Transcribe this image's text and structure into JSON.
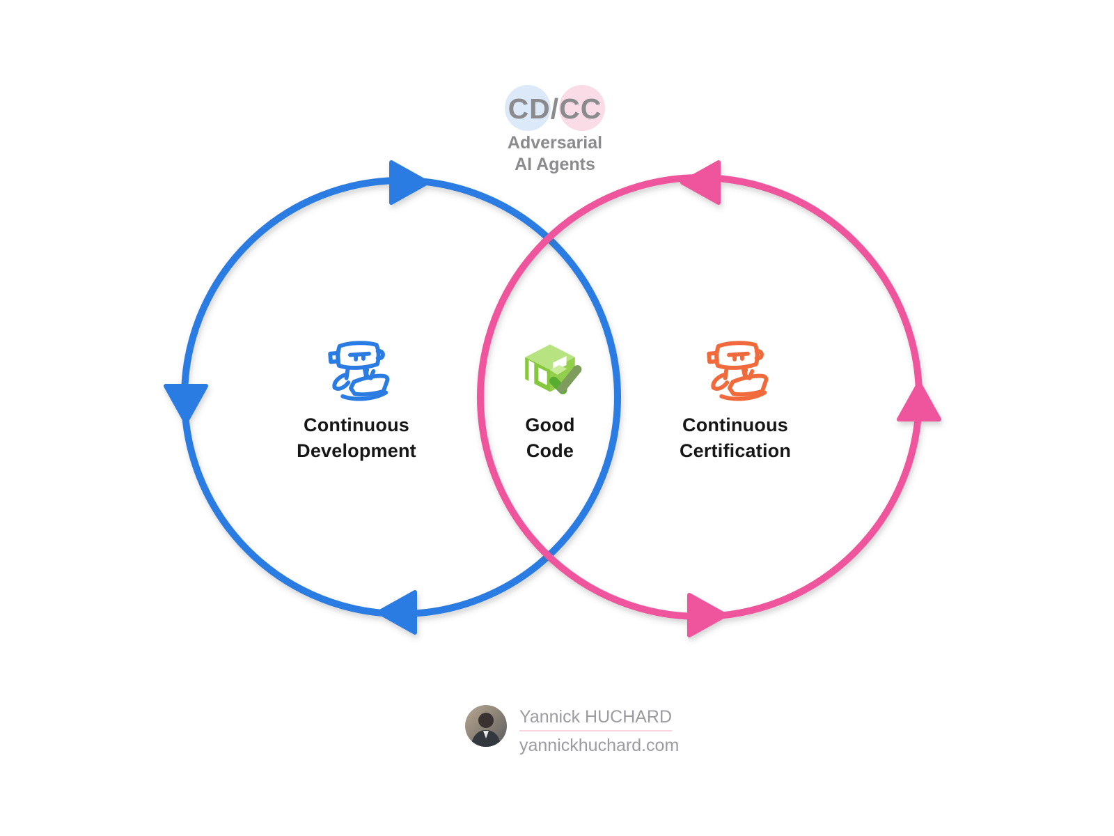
{
  "header": {
    "logo": "CD/CC",
    "subtitle1": "Adversarial",
    "subtitle2": "AI Agents"
  },
  "venn": {
    "left": {
      "line1": "Continuous",
      "line2": "Development",
      "icon": "robot-laptop-icon",
      "circle_color_name": "blue",
      "arrow_directions": [
        "right",
        "down",
        "left"
      ]
    },
    "center": {
      "line1": "Good",
      "line2": "Code",
      "icon": "package-check-icon"
    },
    "right": {
      "line1": "Continuous",
      "line2": "Certification",
      "icon": "robot-laptop-icon",
      "circle_color_name": "pink",
      "arrow_directions": [
        "left",
        "up",
        "right"
      ]
    }
  },
  "footer": {
    "name": "Yannick HUCHARD",
    "website": "yannickhuchard.com"
  },
  "colors": {
    "blue": "#2b7ce2",
    "pink": "#ef549c",
    "orange": "#f06a3c",
    "logo_blue_bg": "#dce9f9",
    "logo_pink_bg": "#f9dce6",
    "gray_text": "#8b8b8e",
    "footer_gray": "#9b9ba0",
    "label_black": "#161616",
    "underline_pink": "#f8d8de",
    "green_top": "#b7e381",
    "green_right": "#93cf4d",
    "green_left": "#85c83e",
    "green_cube_top": "#c9ec9b",
    "check_dark": "#7e9c5c",
    "check_bright": "#57ad2f"
  }
}
